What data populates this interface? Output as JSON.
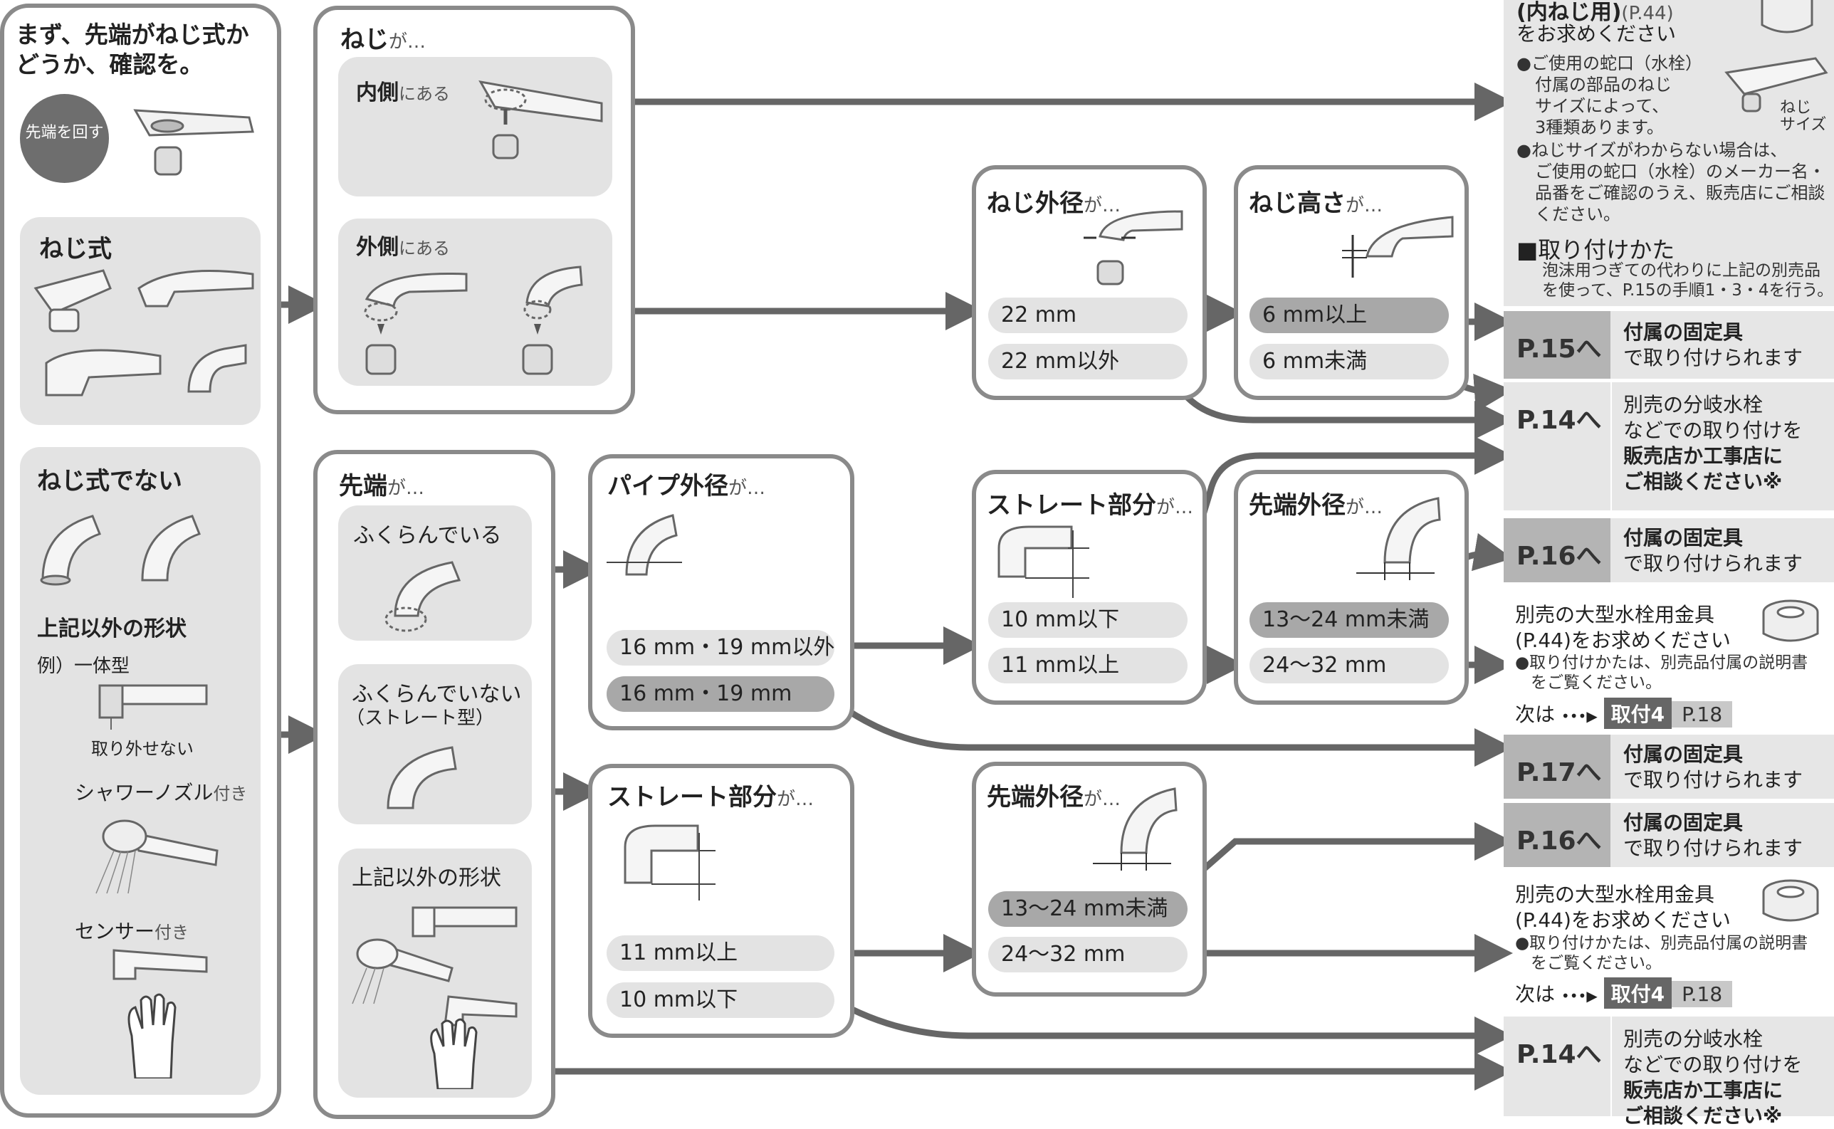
{
  "left_column": {
    "title": "まず、先端がねじ式かどうか、確認を。",
    "rotate_badge": "先端を回す",
    "screw_type": "ねじ式",
    "not_screw_type": "ねじ式でない",
    "other_shapes": "上記以外の形状",
    "example_integrated": "例）一体型",
    "cannot_remove": "取り外せない",
    "shower_nozzle": "シャワーノズル",
    "shower_nozzle_suffix": "付き",
    "sensor": "センサー",
    "sensor_suffix": "付き"
  },
  "screw_panel": {
    "title": "ねじ",
    "ga": "が…",
    "inside": "内側",
    "inside_suffix": "にある",
    "outside": "外側",
    "outside_suffix": "にある"
  },
  "tip_panel": {
    "title": "先端",
    "ga": "が…",
    "bulging": "ふくらんでいる",
    "not_bulging": "ふくらんでいない",
    "straight_type": "（ストレート型）",
    "other_shapes": "上記以外の形状"
  },
  "pipe_panel": {
    "title": "パイプ外径",
    "ga": "が…",
    "opt1": "16 mm・19 mm以外",
    "opt2": "16 mm・19 mm"
  },
  "straight_panel_lower": {
    "title": "ストレート部分",
    "ga": "が…",
    "opt1": "11 mm以上",
    "opt2": "10 mm以下"
  },
  "thread_od_panel": {
    "title": "ねじ外径",
    "ga": "が…",
    "opt1": "22 mm",
    "opt2": "22 mm以外"
  },
  "thread_height_panel": {
    "title": "ねじ高さ",
    "ga": "が…",
    "opt1": "6 mm以上",
    "opt2": "6 mm未満"
  },
  "straight_panel_upper": {
    "title": "ストレート部分",
    "ga": "が…",
    "opt1": "10 mm以下",
    "opt2": "11 mm以上"
  },
  "tip_od_panel_upper": {
    "title": "先端外径",
    "ga": "が…",
    "opt1": "13～24 mm未満",
    "opt2": "24～32 mm"
  },
  "tip_od_panel_lower": {
    "title": "先端外径",
    "ga": "が…",
    "opt1": "13～24 mm未満",
    "opt2": "24～32 mm"
  },
  "right_column": {
    "top_line1": "(内ねじ用)",
    "top_line1_page": "(P.44)",
    "top_line2": "をお求めください",
    "note_sizes": [
      "●ご使用の蛇口（水栓）",
      "付属の部品のねじ",
      "サイズによって、",
      "3種類あります。"
    ],
    "screw_size_label": [
      "ねじ",
      "サイズ"
    ],
    "note_unknown": [
      "●ねじサイズがわからない場合は、",
      "ご使用の蛇口（水栓）のメーカー名・",
      "品番をご確認のうえ、販売店にご相談",
      "ください。"
    ],
    "how_to_title": "■取り付けかた",
    "how_to_body": [
      "泡沫用つぎての代わりに上記の別売品",
      "を使って、P.15の手順1・3・4を行う。"
    ],
    "results": [
      {
        "page": "P.15へ",
        "line1": "付属の固定具",
        "line2": "で取り付けられます"
      },
      {
        "page": "P.14へ",
        "line1": "別売の分岐水栓",
        "line2": "などでの取り付けを",
        "line3": "販売店か工事店に",
        "line4": "ご相談ください※"
      },
      {
        "page": "P.16へ",
        "line1": "付属の固定具",
        "line2": "で取り付けられます"
      },
      {
        "page": "P.17へ",
        "line1": "付属の固定具",
        "line2": "で取り付けられます"
      },
      {
        "page": "P.16へ",
        "line1": "付属の固定具",
        "line2": "で取り付けられます"
      },
      {
        "page": "P.14へ",
        "line1": "別売の分岐水栓",
        "line2": "などでの取り付けを",
        "line3": "販売店か工事店に",
        "line4": "ご相談ください※"
      }
    ],
    "large_fitting": {
      "line1": "別売の大型水栓用金具",
      "line2": "(P.44)をお求めください",
      "note1": "●取り付けかたは、別売品付属の説明書",
      "note2": "をご覧ください。",
      "next": "次は",
      "arrow_dots": "•••▶",
      "step": "取付4",
      "step_page": "P.18"
    }
  },
  "colors": {
    "panel_border": "#8a8a8a",
    "sub_bg": "#e3e3e3",
    "arrow": "#666666",
    "result_bg": "#e6e6e6",
    "page_bg": "#b4b4b4"
  }
}
